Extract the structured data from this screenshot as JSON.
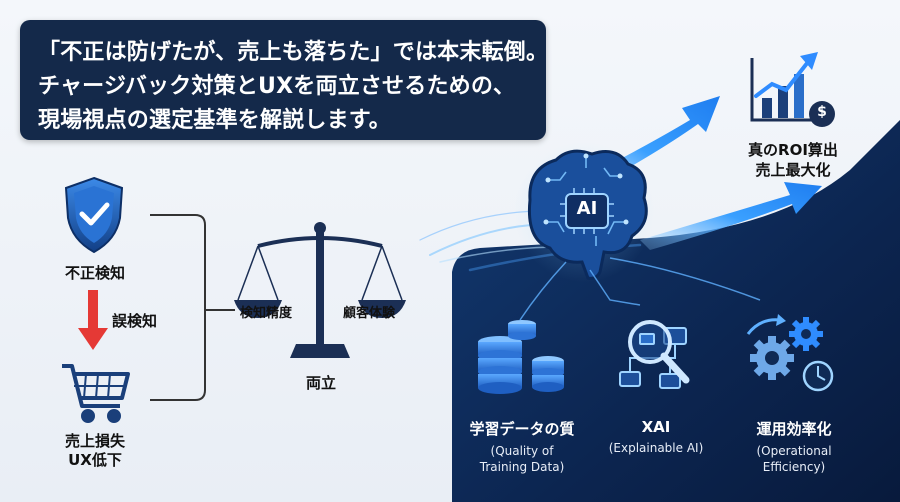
{
  "banner": {
    "line1": "「不正は防げたが、売上も落ちた」では本末転倒。",
    "line2": "チャージバック対策とUXを両立させるための、",
    "line3": "現場視点の選定基準を解説します。"
  },
  "left": {
    "fraud_label": "不正検知",
    "false_positive_label": "誤検知",
    "loss_line1": "売上損失",
    "loss_line2": "UX低下"
  },
  "scale": {
    "left_pan": "検知精度",
    "right_pan": "顧客体験",
    "caption": "両立"
  },
  "ai_badge": "AI",
  "roi": {
    "line1": "真のROI算出",
    "line2": "売上最大化"
  },
  "pillars": [
    {
      "title": "学習データの質",
      "sub1": "(Quality of",
      "sub2": "Training Data)"
    },
    {
      "title": "XAI",
      "sub1": "(Explainable AI)",
      "sub2": ""
    },
    {
      "title": "運用効率化",
      "sub1": "(Operational",
      "sub2": "Efficiency)"
    }
  ],
  "colors": {
    "banner_bg": "#14294a",
    "dark_panel": "#0f2a55",
    "accent_blue": "#2f8cff",
    "alert_red": "#e53935"
  }
}
